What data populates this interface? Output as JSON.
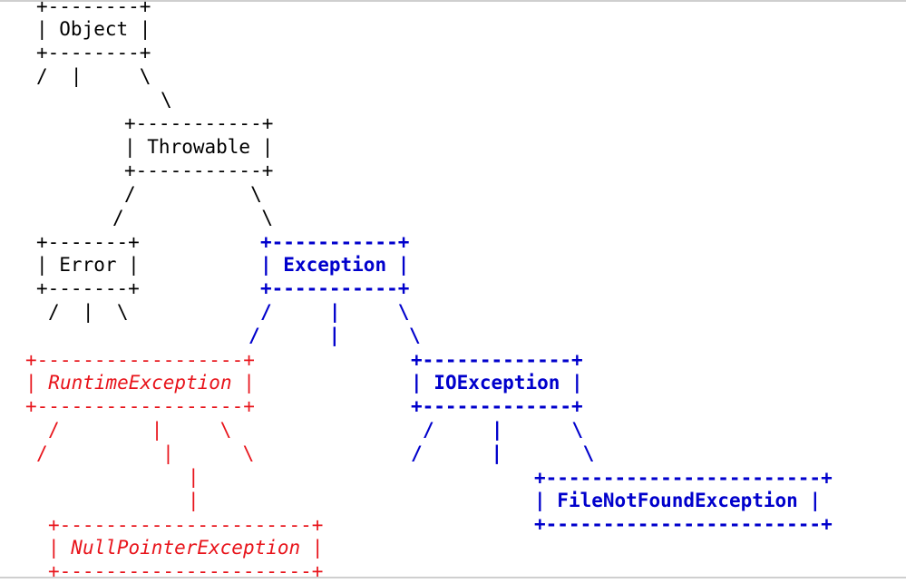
{
  "diagram": {
    "object": {
      "top": "+--------+",
      "label": "| Object |",
      "bottom": "+--------+",
      "branches": "/  |     \\"
    },
    "object_to_throwable": "\\",
    "throwable": {
      "top": "+-----------+",
      "label": "| Throwable |",
      "bottom": "+-----------+"
    },
    "throwable_branches_1": "/          \\",
    "throwable_branches_2": "/            \\",
    "error": {
      "top": "+-------+",
      "label": "| Error |",
      "bottom": "+-------+",
      "branches": "/  |  \\"
    },
    "exception": {
      "top": "+-----------+",
      "label_open": "| ",
      "label_text": "Exception",
      "label_close": " |",
      "bottom": "+-----------+",
      "branches_1": "/     |     \\",
      "branches_2": "/      |      \\"
    },
    "runtime_exception": {
      "top": "+------------------+",
      "label_open": "| ",
      "label_text": "RuntimeException",
      "label_close": " |",
      "bottom": "+------------------+",
      "branches_1": "/        |     \\",
      "branches_2": "/          |      \\",
      "stem_1": "|",
      "stem_2": "|"
    },
    "io_exception": {
      "top": "+-------------+",
      "label_open": "| ",
      "label_text": "IOException",
      "label_close": " |",
      "bottom": "+-------------+",
      "branches_1": "/     |      \\",
      "branches_2": "/      |       \\"
    },
    "null_pointer_exception": {
      "top": "+----------------------+",
      "label_open": "| ",
      "label_text": "NullPointerException",
      "label_close": " |",
      "bottom": "+----------------------+"
    },
    "file_not_found_exception": {
      "top": "+------------------------+",
      "label_open": "| ",
      "label_text": "FileNotFoundException",
      "label_close": " |",
      "bottom": "+------------------------+"
    },
    "colors": {
      "checked": "#0000cc",
      "unchecked": "#e8141b",
      "neutral": "#000000"
    }
  }
}
